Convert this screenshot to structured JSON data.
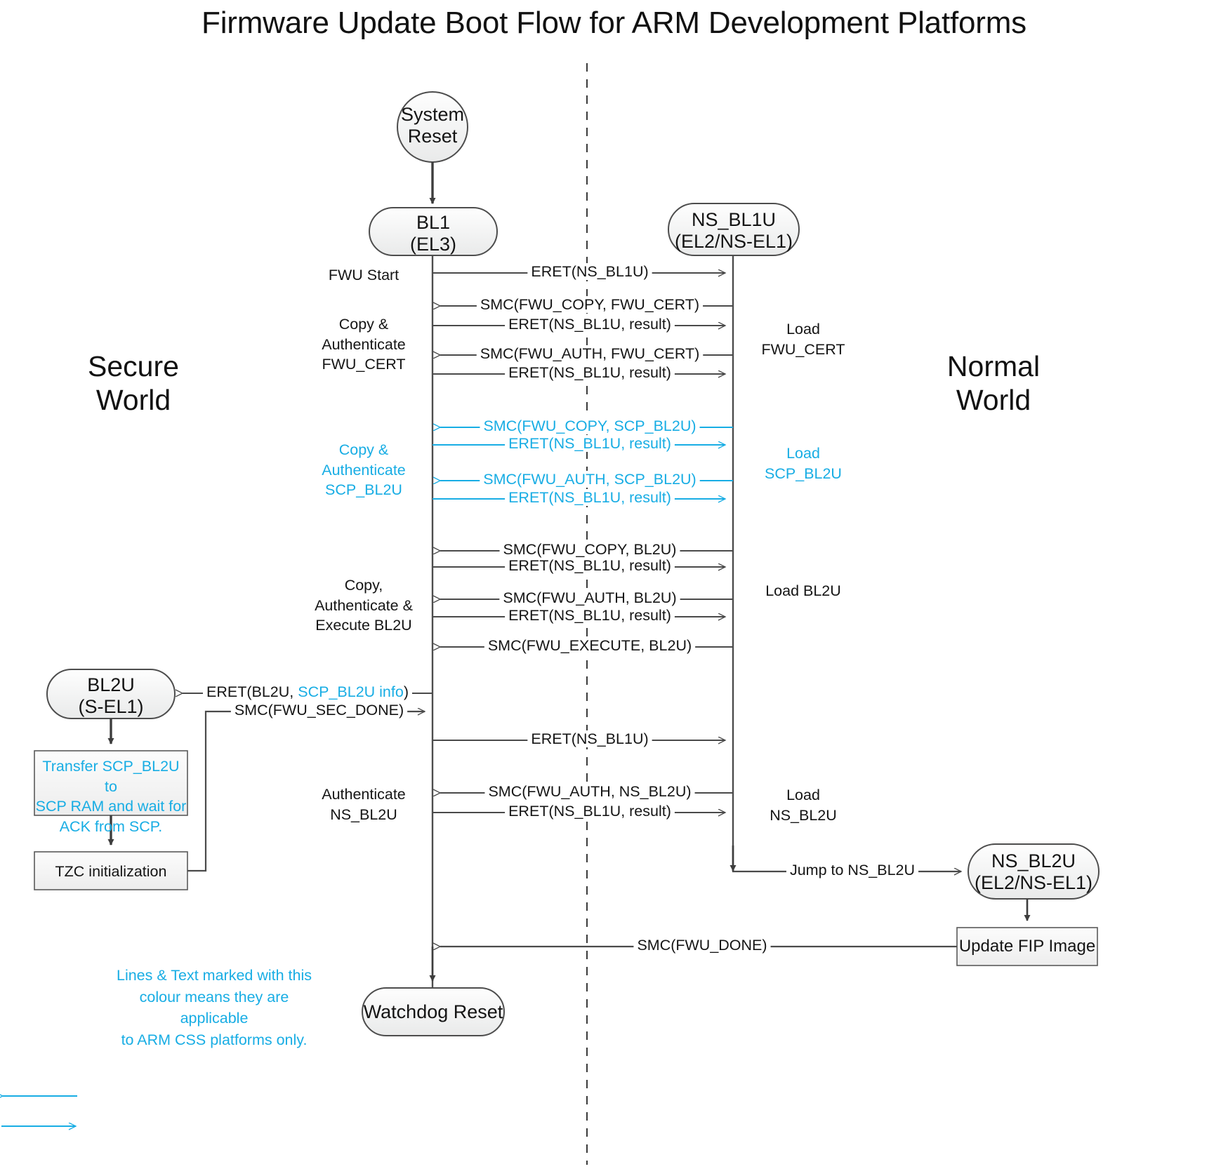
{
  "title": "Firmware Update Boot Flow for ARM Development Platforms",
  "colors": {
    "accent_cyan": "#18ADE4",
    "line_black": "#404040",
    "text": "#151515",
    "node_fill_top": "#fdfdfd",
    "node_fill_bottom": "#eceded",
    "node_stroke": "#4d4d4d"
  },
  "worlds": {
    "left_line1": "Secure",
    "left_line2": "World",
    "right_line1": "Normal",
    "right_line2": "World"
  },
  "nodes": {
    "system_reset": {
      "line1": "System",
      "line2": "Reset",
      "shape": "ellipse"
    },
    "bl1": {
      "line1": "BL1",
      "line2": "(EL3)",
      "shape": "rounded-rect"
    },
    "ns_bl1u": {
      "line1": "NS_BL1U",
      "line2": "(EL2/NS-EL1)",
      "shape": "rounded-rect"
    },
    "bl2u": {
      "line1": "BL2U",
      "line2": "(S-EL1)",
      "shape": "rounded-rect"
    },
    "ns_bl2u": {
      "line1": "NS_BL2U",
      "line2": "(EL2/NS-EL1)",
      "shape": "rounded-rect"
    },
    "watchdog_reset": {
      "line1": "Watchdog Reset",
      "shape": "rounded-rect"
    },
    "transfer_scp": {
      "line1": "Transfer SCP_BL2U to",
      "line2": "SCP RAM and wait for",
      "line3": "ACK from SCP.",
      "shape": "rect",
      "color": "cyan"
    },
    "tzc_init": {
      "line1": "TZC initialization",
      "shape": "rect",
      "color": "black"
    },
    "update_fip": {
      "line1": "Update FIP Image",
      "shape": "rect",
      "color": "black"
    }
  },
  "messages": [
    {
      "id": "m1",
      "label": "ERET(NS_BL1U)",
      "dir": "right",
      "color": "black"
    },
    {
      "id": "m2",
      "label": "SMC(FWU_COPY, FWU_CERT)",
      "dir": "left",
      "color": "black"
    },
    {
      "id": "m3",
      "label": "ERET(NS_BL1U, result)",
      "dir": "right",
      "color": "black"
    },
    {
      "id": "m4",
      "label": "SMC(FWU_AUTH, FWU_CERT)",
      "dir": "left",
      "color": "black"
    },
    {
      "id": "m5",
      "label": "ERET(NS_BL1U, result)",
      "dir": "right",
      "color": "black"
    },
    {
      "id": "m6",
      "label": "SMC(FWU_COPY, SCP_BL2U)",
      "dir": "left",
      "color": "cyan"
    },
    {
      "id": "m7",
      "label": "ERET(NS_BL1U, result)",
      "dir": "right",
      "color": "cyan"
    },
    {
      "id": "m8",
      "label": "SMC(FWU_AUTH, SCP_BL2U)",
      "dir": "left",
      "color": "cyan"
    },
    {
      "id": "m9",
      "label": "ERET(NS_BL1U, result)",
      "dir": "right",
      "color": "cyan"
    },
    {
      "id": "m10",
      "label": "SMC(FWU_COPY, BL2U)",
      "dir": "left",
      "color": "black"
    },
    {
      "id": "m11",
      "label": "ERET(NS_BL1U, result)",
      "dir": "right",
      "color": "black"
    },
    {
      "id": "m12",
      "label": "SMC(FWU_AUTH, BL2U)",
      "dir": "left",
      "color": "black"
    },
    {
      "id": "m13",
      "label": "ERET(NS_BL1U, result)",
      "dir": "right",
      "color": "black"
    },
    {
      "id": "m14",
      "label": "SMC(FWU_EXECUTE, BL2U)",
      "dir": "left",
      "color": "black"
    },
    {
      "id": "m15",
      "label_pre": "ERET(BL2U, ",
      "label_cyan": "SCP_BL2U info",
      "label_post": ")",
      "dir": "left",
      "color": "mixed"
    },
    {
      "id": "m16",
      "label": "SMC(FWU_SEC_DONE)",
      "dir": "right",
      "color": "black"
    },
    {
      "id": "m17",
      "label": "ERET(NS_BL1U)",
      "dir": "right",
      "color": "black"
    },
    {
      "id": "m18",
      "label": "SMC(FWU_AUTH, NS_BL2U)",
      "dir": "left",
      "color": "black"
    },
    {
      "id": "m19",
      "label": "ERET(NS_BL1U, result)",
      "dir": "right",
      "color": "black"
    },
    {
      "id": "m20",
      "label": "Jump to NS_BL2U",
      "dir": "right",
      "color": "black"
    },
    {
      "id": "m21",
      "label": "SMC(FWU_DONE)",
      "dir": "left",
      "color": "black"
    }
  ],
  "left_annotations": [
    {
      "id": "a1",
      "lines": [
        "FWU Start"
      ],
      "color": "black"
    },
    {
      "id": "a2",
      "lines": [
        "Copy &",
        "Authenticate",
        "FWU_CERT"
      ],
      "color": "black"
    },
    {
      "id": "a3",
      "lines": [
        "Copy &",
        "Authenticate",
        "SCP_BL2U"
      ],
      "color": "cyan"
    },
    {
      "id": "a4",
      "lines": [
        "Copy,",
        "Authenticate &",
        "Execute BL2U"
      ],
      "color": "black"
    },
    {
      "id": "a5",
      "lines": [
        "Authenticate",
        "NS_BL2U"
      ],
      "color": "black"
    }
  ],
  "right_annotations": [
    {
      "id": "b1",
      "lines": [
        "Load",
        "FWU_CERT"
      ],
      "color": "black"
    },
    {
      "id": "b2",
      "lines": [
        "Load",
        "SCP_BL2U"
      ],
      "color": "cyan"
    },
    {
      "id": "b3",
      "lines": [
        "Load BL2U"
      ],
      "color": "black"
    },
    {
      "id": "b4",
      "lines": [
        "Load",
        "NS_BL2U"
      ],
      "color": "black"
    }
  ],
  "legend": {
    "line1": "Lines & Text marked with this",
    "line2": "colour means they are applicable",
    "line3": "to ARM CSS platforms only.",
    "color": "#18ADE4"
  }
}
